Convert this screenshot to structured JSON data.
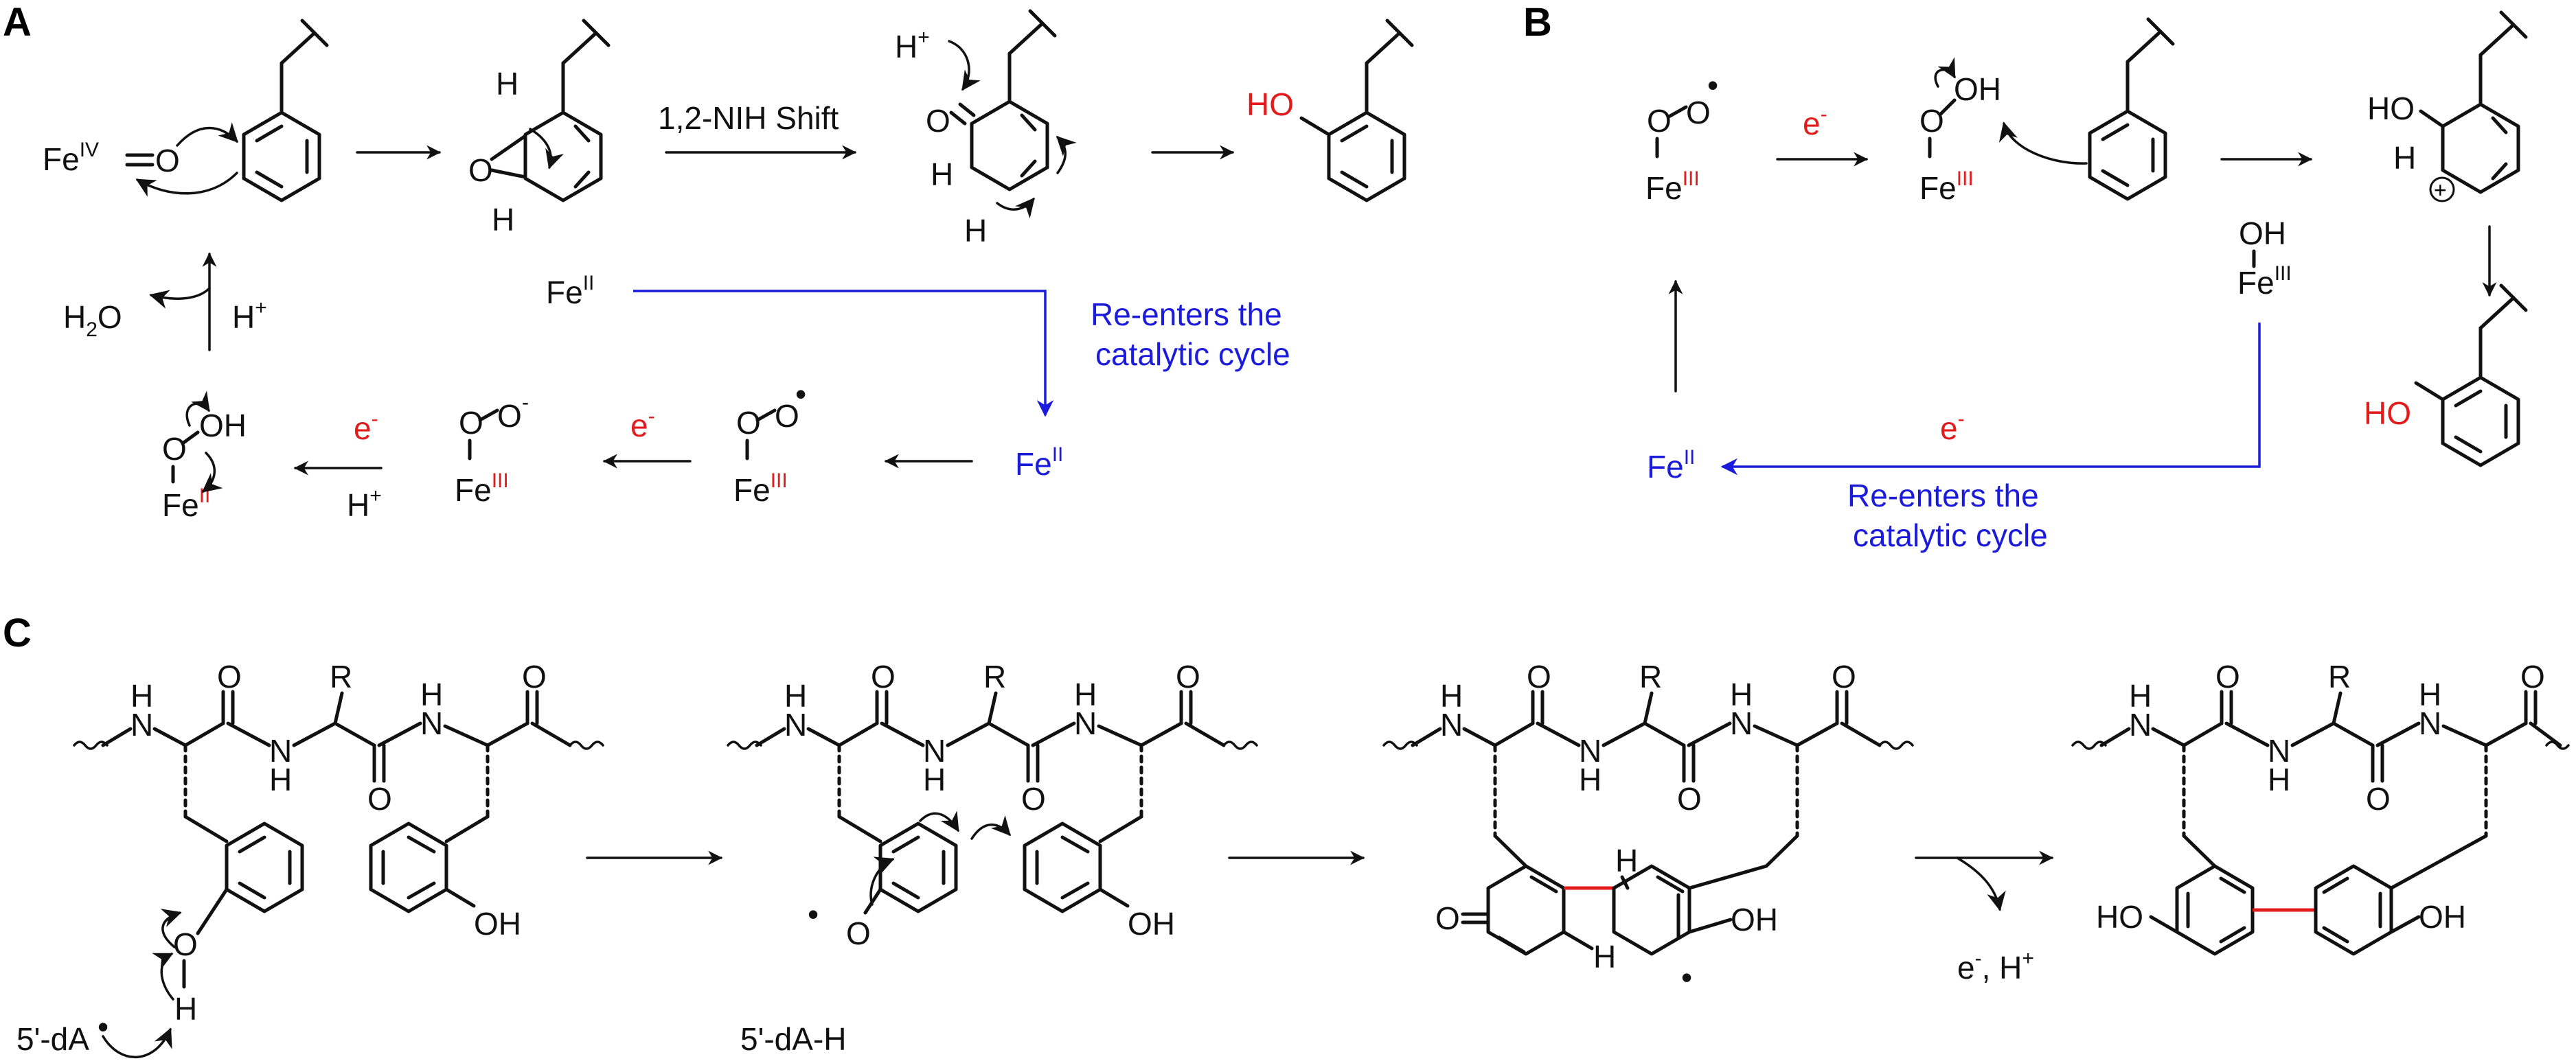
{
  "panels": {
    "a": "A",
    "b": "B",
    "c": "C"
  },
  "colors": {
    "red": "#e31b1b",
    "blue": "#1b1bdc",
    "black": "#111111"
  },
  "panel_a": {
    "fe": "Fe",
    "iv": "IV",
    "ii": "II",
    "iii": "III",
    "o": "O",
    "oh": "OH",
    "ho": "HO",
    "h": "H",
    "h_plus": "H",
    "plus": "+",
    "minus": "-",
    "radical": "•",
    "e": "e",
    "h2o_h": "H",
    "h2o_2": "2",
    "h2o_o": "O",
    "nih_shift": "1,2-NIH Shift",
    "reenters_1": "Re-enters the",
    "reenters_2": "catalytic cycle"
  },
  "panel_b": {
    "fe": "Fe",
    "ii": "II",
    "iii": "III",
    "o": "O",
    "oh": "OH",
    "ho": "HO",
    "h": "H",
    "plus": "+",
    "minus": "-",
    "radical": "•",
    "e": "e",
    "reenters_1": "Re-enters the",
    "reenters_2": "catalytic cycle"
  },
  "panel_c": {
    "nh": "H",
    "n": "N",
    "o": "O",
    "r": "R",
    "oh": "OH",
    "ho": "HO",
    "h": "H",
    "radical": "•",
    "dA": "5'-dA",
    "dA_H": "5'-dA-H",
    "e": "e",
    "minus": "-",
    "h_plus_text": ", H",
    "plus": "+"
  }
}
